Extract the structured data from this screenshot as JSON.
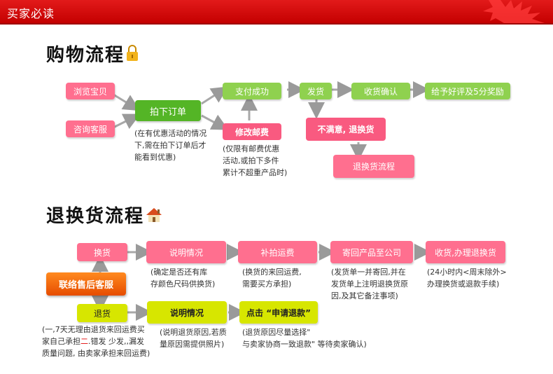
{
  "header": {
    "title": "买家必读"
  },
  "shopping": {
    "title": "购物流程",
    "icon": "lock-icon",
    "browse": "浏览宝贝",
    "consult": "咨询客服",
    "order": "拍下订单",
    "order_note": "(在有优惠活动的情况\n下,需在拍下订单后才\n能看到优惠)",
    "pay": "支付成功",
    "modify_postage": "修改邮费",
    "postage_note": "(仅限有邮费优惠\n活动,或拍下多件\n累计不超重产品时)",
    "ship": "发货",
    "confirm": "收货确认",
    "review": "给予好评及5分奖励",
    "unsatisfied": "不满意, 退换货",
    "return_flow": "退换货流程"
  },
  "returns": {
    "title": "退换货流程",
    "icon": "house-icon",
    "contact": "联络售后客服",
    "exchange": "换货",
    "explain1": "说明情况",
    "explain1_note": "(确定是否还有库\n存颜色尺码供换货)",
    "extra_shipping": "补拍运费",
    "extra_shipping_note": "(换货的来回运费,\n需要买方承担)",
    "send_back": "寄回产品至公司",
    "send_back_note": "(发货单一并寄回,并在\n发货单上注明退换货原\n因,及其它备注事项)",
    "receive": "收货,办理退换货",
    "receive_note": "(24小时内<周末除外>\n办理换货或退款手续)",
    "refund": "退货",
    "refund_note_a": "(一,7天无理由退货来回运费买\n家自己承担",
    "refund_note_mark": "二",
    "refund_note_b": ".错发 少发,,漏发\n质量问题, 由卖家承担来回运费)",
    "explain2": "说明情况",
    "explain2_note": "(说明退货原因,若质\n量原因需提供照片)",
    "apply": "点击 “申请退款”",
    "apply_note": "(退货原因尽量选择\"\n与卖家协商一致退款\" 等待卖家确认)"
  }
}
